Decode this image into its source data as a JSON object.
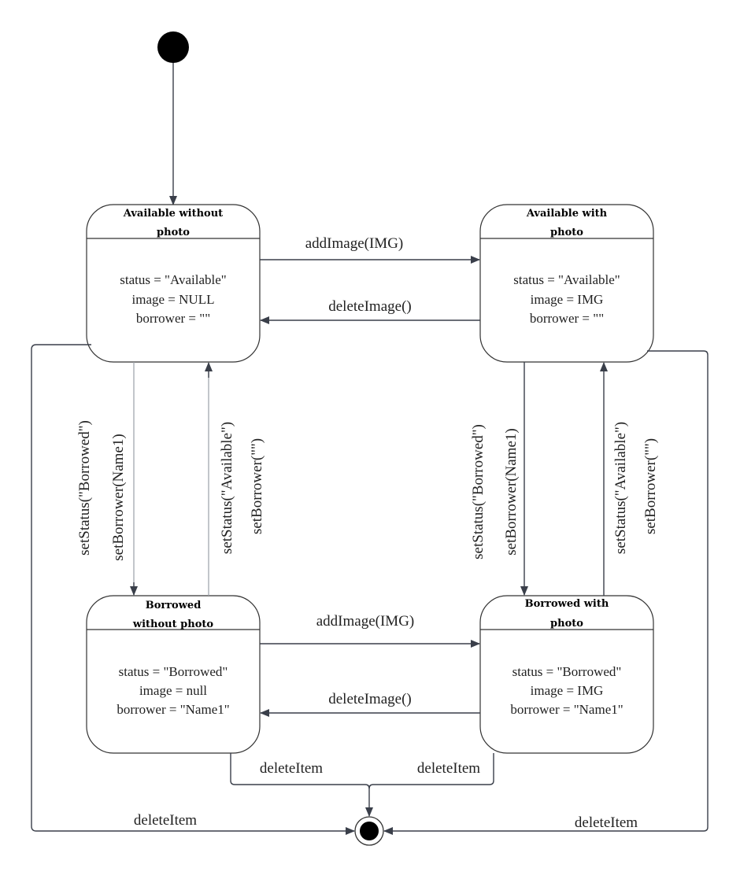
{
  "states": {
    "avail_no_photo": {
      "title": [
        "Available without",
        "photo"
      ],
      "attrs": [
        "status = \"Available\"",
        "image = NULL",
        "borrower = \"\""
      ]
    },
    "avail_photo": {
      "title": [
        "Available with",
        "photo"
      ],
      "attrs": [
        "status = \"Available\"",
        "image = IMG",
        "borrower = \"\""
      ]
    },
    "borrowed_no_photo": {
      "title": [
        "Borrowed",
        "without photo"
      ],
      "attrs": [
        "status = \"Borrowed\"",
        "image = null",
        "borrower = \"Name1\""
      ]
    },
    "borrowed_photo": {
      "title": [
        "Borrowed with",
        "photo"
      ],
      "attrs": [
        "status = \"Borrowed\"",
        "image = IMG",
        "borrower = \"Name1\""
      ]
    }
  },
  "transitions": {
    "add_image_top": "addImage(IMG)",
    "delete_image_top": "deleteImage()",
    "add_image_bottom": "addImage(IMG)",
    "delete_image_bottom": "deleteImage()",
    "borrow_left": [
      "setStatus(\"Borrowed\")",
      "setBorrower(Name1)"
    ],
    "return_left": [
      "setStatus(\"Available\")",
      "setBorrower(\"\")"
    ],
    "borrow_right": [
      "setStatus(\"Borrowed\")",
      "setBorrower(Name1)"
    ],
    "return_right": [
      "setStatus(\"Available\")",
      "setBorrower(\"\")"
    ],
    "delete_item_bl": "deleteItem",
    "delete_item_br": "deleteItem",
    "delete_item_left": "deleteItem",
    "delete_item_right": "deleteItem"
  }
}
